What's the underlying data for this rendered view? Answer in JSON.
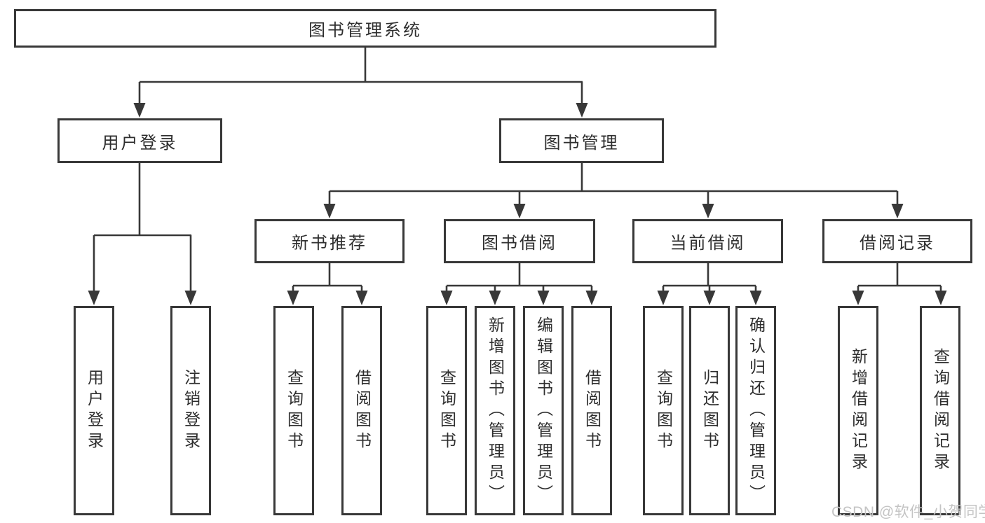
{
  "diagram": {
    "title": "图书管理系统",
    "colors": {
      "line": "#383838",
      "text": "#2e2e2e",
      "watermark": "#c4c4c4",
      "background": "#ffffff"
    },
    "level2": {
      "user_login": "用户登录",
      "book_mgmt": "图书管理"
    },
    "level3": {
      "new_book": "新书推荐",
      "book_borrow": "图书借阅",
      "current_borrow": "当前借阅",
      "borrow_record": "借阅记录"
    },
    "leaves": {
      "user_login": [
        "用户登录",
        "注销登录"
      ],
      "new_book": [
        "查询图书",
        "借阅图书"
      ],
      "book_borrow": [
        "查询图书",
        "新增图书（管理员）",
        "编辑图书（管理员）",
        "借阅图书"
      ],
      "current_borrow": [
        "查询图书",
        "归还图书",
        "确认归还（管理员）"
      ],
      "borrow_record": [
        "新增借阅记录",
        "查询借阅记录"
      ]
    },
    "watermark": "CSDN @软件_小贺同学"
  }
}
